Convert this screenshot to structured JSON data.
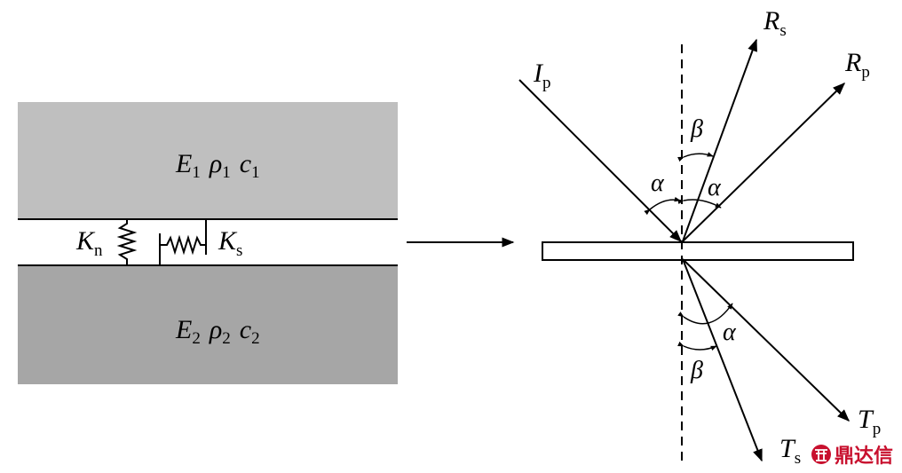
{
  "left_model": {
    "layer_top": {
      "fill": "#bfbfbf",
      "props": [
        {
          "sym": "E",
          "sub": "1"
        },
        {
          "sym": "ρ",
          "sub": "1"
        },
        {
          "sym": "c",
          "sub": "1"
        }
      ]
    },
    "layer_bottom": {
      "fill": "#a6a6a6",
      "props": [
        {
          "sym": "E",
          "sub": "2"
        },
        {
          "sym": "ρ",
          "sub": "2"
        },
        {
          "sym": "c",
          "sub": "2"
        }
      ]
    },
    "normal_spring": {
      "sym": "K",
      "sub": "n"
    },
    "shear_spring": {
      "sym": "K",
      "sub": "s"
    }
  },
  "right_model": {
    "incident": {
      "sym": "I",
      "sub": "p"
    },
    "reflected_s": {
      "sym": "R",
      "sub": "s"
    },
    "reflected_p": {
      "sym": "R",
      "sub": "p"
    },
    "transmitted_s": {
      "sym": "T",
      "sub": "s"
    },
    "transmitted_p": {
      "sym": "T",
      "sub": "p"
    },
    "angle_alpha": "α",
    "angle_beta": "β"
  },
  "watermark": {
    "text": "鼎达信",
    "color": "#c8102e",
    "icon": "dingdaxin-logo-icon"
  }
}
